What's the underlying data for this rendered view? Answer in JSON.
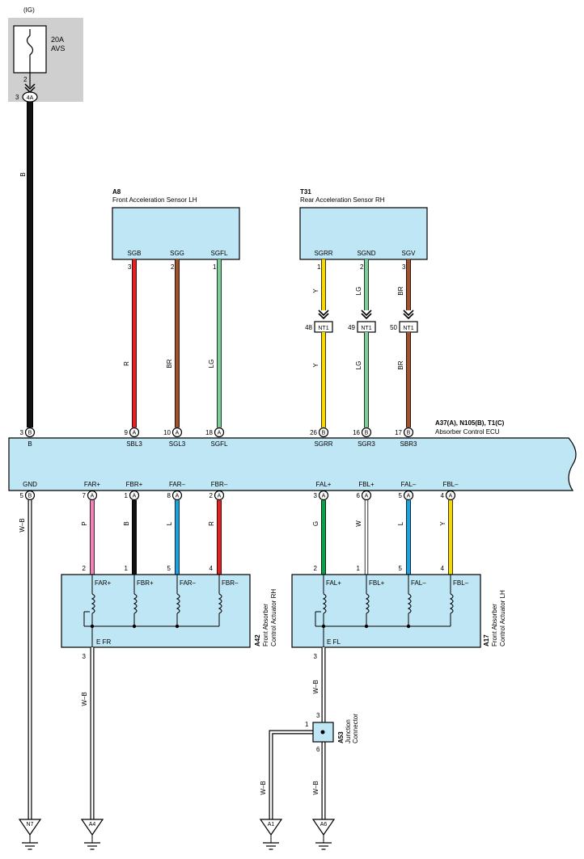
{
  "fuse": {
    "ig_label": "(IG)",
    "rating": "20A",
    "name": "AVS",
    "pin_out": "2",
    "pin_conn": "3",
    "conn_id": "4A"
  },
  "wire_colors": {
    "B": "#111111",
    "R": "#e62020",
    "BR": "#a0522d",
    "LG": "#7ecf97",
    "Y": "#f5d800",
    "P": "#f083b5",
    "L": "#1ba3e0",
    "G": "#0aa04a",
    "W": "#ffffff",
    "W-B": "#ffffff"
  },
  "box_fill": "#bfe6f5",
  "main_wire": {
    "color": "B",
    "pin": "3",
    "conn": "B",
    "label": "B"
  },
  "sensor_front": {
    "id": "A8",
    "name": "Front Acceleration Sensor LH",
    "pins": [
      {
        "name": "SGB",
        "num": "3",
        "wire": "R"
      },
      {
        "name": "SGG",
        "num": "2",
        "wire": "BR"
      },
      {
        "name": "SGFL",
        "num": "1",
        "wire": "LG"
      }
    ]
  },
  "sensor_rear": {
    "id": "T31",
    "name": "Rear Acceleration Sensor RH",
    "pins": [
      {
        "name": "SGRR",
        "num": "1",
        "wire": "Y",
        "jc_pin": "48",
        "jc": "NT1"
      },
      {
        "name": "SGND",
        "num": "2",
        "wire": "LG",
        "jc_pin": "49",
        "jc": "NT1"
      },
      {
        "name": "SGV",
        "num": "3",
        "wire": "BR",
        "jc_pin": "50",
        "jc": "NT1"
      }
    ]
  },
  "ecu": {
    "id": "A37(A), N105(B), T1(C)",
    "name": "Absorber Control ECU",
    "top_pins": [
      {
        "num": "3",
        "conn": "B",
        "name": "B"
      },
      {
        "num": "9",
        "conn": "A",
        "name": "SBL3"
      },
      {
        "num": "10",
        "conn": "A",
        "name": "SGL3"
      },
      {
        "num": "18",
        "conn": "A",
        "name": "SGFL"
      },
      {
        "num": "26",
        "conn": "B",
        "name": "SGRR"
      },
      {
        "num": "16",
        "conn": "B",
        "name": "SGR3"
      },
      {
        "num": "17",
        "conn": "B",
        "name": "SBR3"
      }
    ],
    "bottom_pins": [
      {
        "num": "5",
        "conn": "B",
        "name": "GND",
        "wire": "W-B"
      },
      {
        "num": "7",
        "conn": "A",
        "name": "FAR+",
        "wire": "P"
      },
      {
        "num": "1",
        "conn": "A",
        "name": "FBR+",
        "wire": "B"
      },
      {
        "num": "8",
        "conn": "A",
        "name": "FAR–",
        "wire": "L"
      },
      {
        "num": "2",
        "conn": "A",
        "name": "FBR–",
        "wire": "R"
      },
      {
        "num": "3",
        "conn": "A",
        "name": "FAL+",
        "wire": "G"
      },
      {
        "num": "6",
        "conn": "A",
        "name": "FBL+",
        "wire": "W"
      },
      {
        "num": "5",
        "conn": "A",
        "name": "FAL–",
        "wire": "L"
      },
      {
        "num": "4",
        "conn": "A",
        "name": "FBL–",
        "wire": "Y"
      }
    ]
  },
  "actuator_rh": {
    "id": "A42",
    "name_line1": "Front Absorber",
    "name_line2": "Control Actuator RH",
    "ground_name": "E FR",
    "ground_pin": "3",
    "pins": [
      {
        "name": "FAR+",
        "num": "2"
      },
      {
        "name": "FBR+",
        "num": "1"
      },
      {
        "name": "FAR–",
        "num": "5"
      },
      {
        "name": "FBR–",
        "num": "4"
      }
    ]
  },
  "actuator_lh": {
    "id": "A17",
    "name_line1": "Front Absorber",
    "name_line2": "Control Actuator LH",
    "ground_name": "E FL",
    "ground_pin": "3",
    "pins": [
      {
        "name": "FAL+",
        "num": "2"
      },
      {
        "name": "FBL+",
        "num": "1"
      },
      {
        "name": "FAL–",
        "num": "5"
      },
      {
        "name": "FBL–",
        "num": "4"
      }
    ]
  },
  "junction": {
    "id": "A53",
    "name_line1": "Junction",
    "name_line2": "Connector",
    "pin_top": "3",
    "pin_left": "1",
    "pin_bottom": "6"
  },
  "ground_wire_label": "W–B",
  "grounds": [
    "N7",
    "A4",
    "A1",
    "A6"
  ]
}
